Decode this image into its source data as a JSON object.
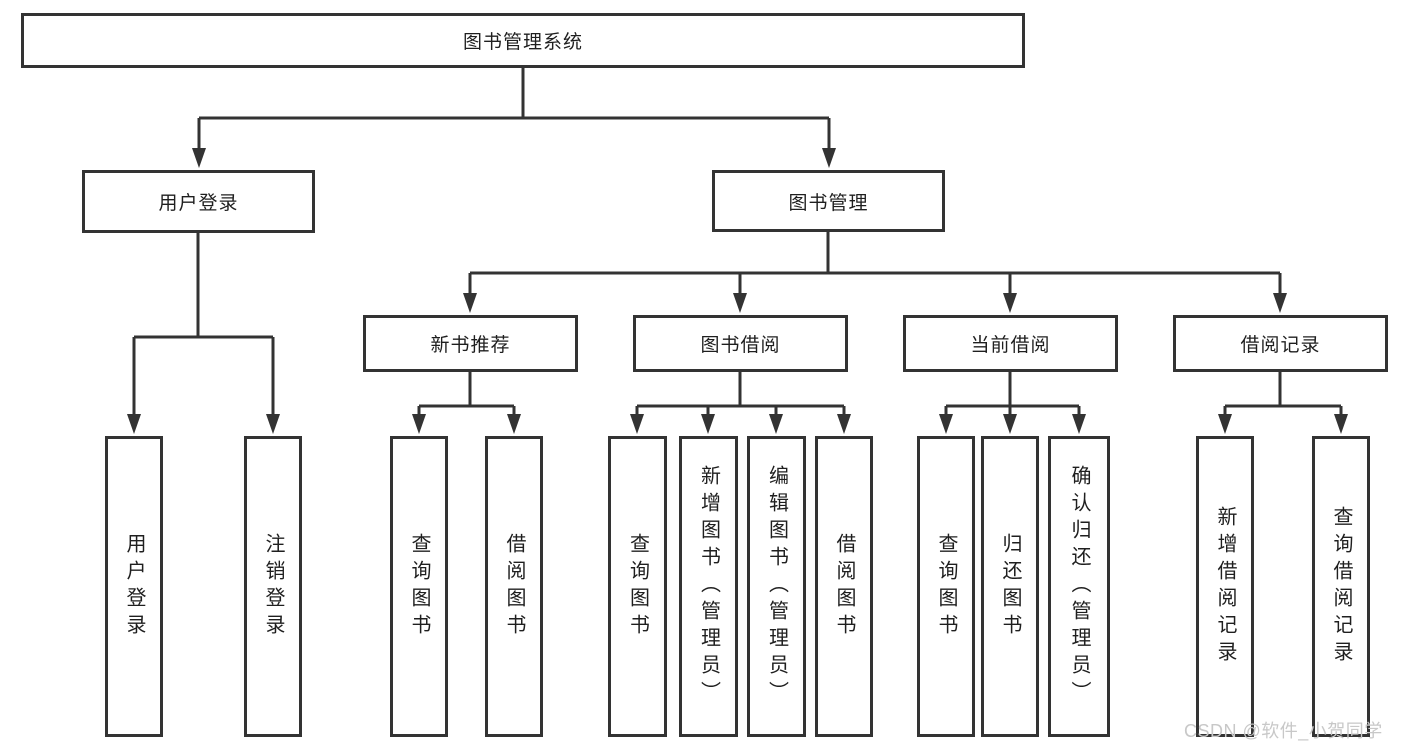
{
  "diagram_title": "图书管理系统",
  "level2": [
    "用户登录",
    "图书管理"
  ],
  "level3": [
    "新书推荐",
    "图书借阅",
    "当前借阅",
    "借阅记录"
  ],
  "leaves": {
    "user_login": [
      "用户登录",
      "注销登录"
    ],
    "new_book": [
      "查询图书",
      "借阅图书"
    ],
    "book_borrow": [
      "查询图书",
      "新增图书（管理员）",
      "编辑图书（管理员）",
      "借阅图书"
    ],
    "current_borrow": [
      "查询图书",
      "归还图书",
      "确认归还（管理员）"
    ],
    "borrow_record": [
      "新增借阅记录",
      "查询借阅记录"
    ]
  },
  "watermark": "CSDN @软件_小贺同学",
  "colors": {
    "line": "#333333",
    "box_border": "#333333",
    "box_fill": "#ffffff",
    "text": "#1f1f1f",
    "watermark": "#c8c8c8",
    "background": "#ffffff"
  }
}
